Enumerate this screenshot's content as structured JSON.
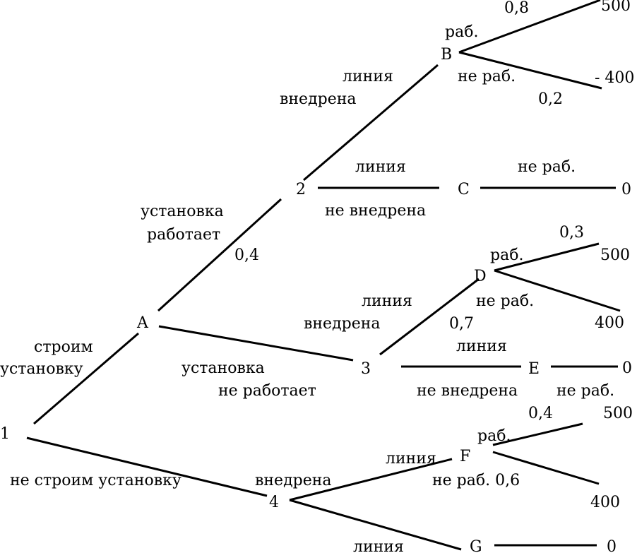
{
  "nodes": {
    "n1": "1",
    "A": "A",
    "n2": "2",
    "n3": "3",
    "n4": "4",
    "B": "B",
    "C": "C",
    "D": "D",
    "E": "E",
    "F": "F",
    "G": "G"
  },
  "payoffs": {
    "B_work": "500",
    "B_fail": "- 400",
    "C": "0",
    "D_work": "500",
    "D_fail": "400",
    "E": "0",
    "F_work": "500",
    "F_fail": "400",
    "G": "0"
  },
  "labels": {
    "build_1": "строим",
    "build_2": "установку",
    "not_build": "не строим установку",
    "works_1": "установка",
    "works_2": "работает",
    "works_prob": "0,4",
    "not_works_1": "установка",
    "not_works_2": "не работает",
    "line2_impl_1": "линия",
    "line2_impl_2": "внедрена",
    "line2_not_1": "линия",
    "line2_not_2": "не внедрена",
    "B_work": "раб.",
    "B_work_prob": "0,8",
    "B_fail": "не раб.",
    "B_fail_prob": "0,2",
    "C_fail": "не раб.",
    "line3_impl_1": "линия",
    "line3_impl_2": "внедрена",
    "D_work": "раб.",
    "D_work_prob": "0,3",
    "D_fail": "не раб.",
    "D_fail_prob": "0,7",
    "line3_not_1": "линия",
    "line3_not_2": "не внедрена",
    "E_fail": "не раб.",
    "line4_impl_1": "линия",
    "line4_impl_2": "внедрена",
    "F_work": "раб.",
    "F_work_prob": "0,4",
    "F_fail": "не раб. 0,6",
    "line4_not": "линия"
  }
}
